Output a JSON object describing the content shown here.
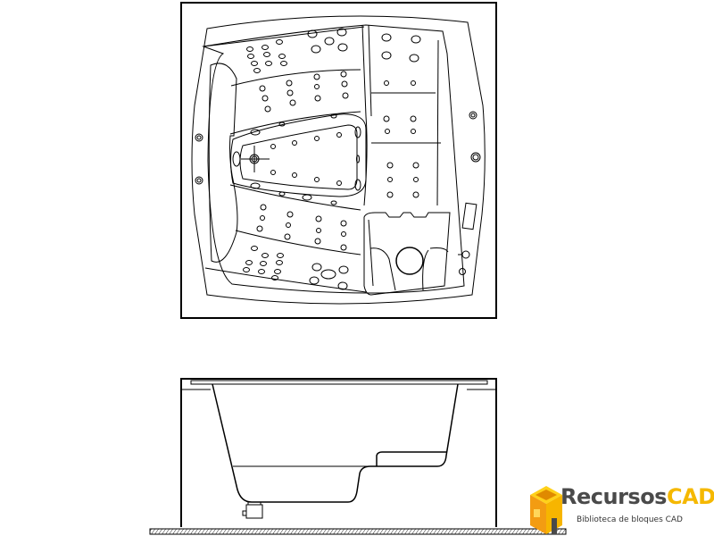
{
  "drawing": {
    "subject": "Whirlpool bathtub CAD block",
    "views": [
      {
        "name": "plan view",
        "description": "top view of square hydromassage tub with seats, jets and footwell"
      },
      {
        "name": "side elevation",
        "description": "section of tub shell with stepped seat, drain pump and floor hatch"
      }
    ]
  },
  "watermark": {
    "brand_part1": "Recursos",
    "brand_part2": "CAD",
    "tagline": "Biblioteca de bloques CAD",
    "colors": {
      "text_dark": "#4a4a4a",
      "accent_yellow": "#f5b800",
      "box_orange": "#f39c12"
    }
  },
  "colors": {
    "line": "#000000",
    "background": "#ffffff"
  }
}
